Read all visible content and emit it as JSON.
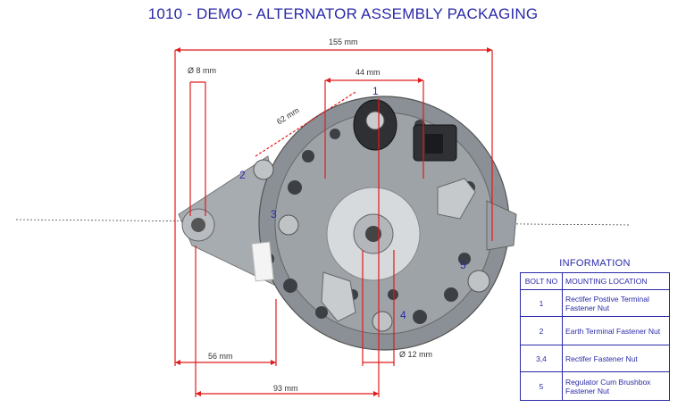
{
  "title": "1010 - DEMO - ALTERNATOR ASSEMBLY PACKAGING",
  "dimensions": {
    "overall_width": "155 mm",
    "hole_diameter_small": "Ø 8 mm",
    "center_spacing": "44 mm",
    "diagonal": "62 mm",
    "lower_left": "56 mm",
    "lower_wide": "93 mm",
    "shaft_diameter": "Ø 12 mm"
  },
  "callouts": [
    "1",
    "2",
    "3",
    "4",
    "5"
  ],
  "info": {
    "title": "INFORMATION",
    "headers": [
      "BOLT NO",
      "MOUNTING LOCATION"
    ],
    "rows": [
      {
        "bolt": "1",
        "location": "Rectifer Postive Terminal Fastener Nut"
      },
      {
        "bolt": "2",
        "location": "Earth Terminal Fastener Nut"
      },
      {
        "bolt": "3,4",
        "location": "Rectifer Fastener Nut"
      },
      {
        "bolt": "5",
        "location": "Regulator Cum Brushbox Fastener Nut"
      }
    ]
  },
  "colors": {
    "accent": "#2a2aa8",
    "dimension_line": "#e11b1b",
    "metal": "#9aa0a6"
  }
}
